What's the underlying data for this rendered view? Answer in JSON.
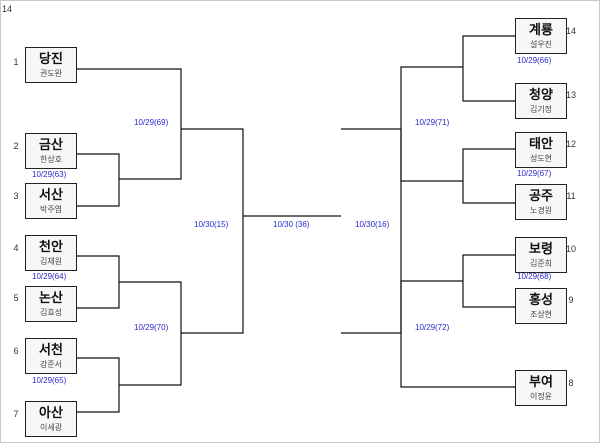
{
  "corner_label": "14",
  "left_teams": [
    {
      "seed": "1",
      "name": "당진",
      "player": "권도완"
    },
    {
      "seed": "2",
      "name": "금산",
      "player": "한상호"
    },
    {
      "seed": "3",
      "name": "서산",
      "player": "박주엽"
    },
    {
      "seed": "4",
      "name": "천안",
      "player": "김채원"
    },
    {
      "seed": "5",
      "name": "논산",
      "player": "김효성"
    },
    {
      "seed": "6",
      "name": "서천",
      "player": "강준서"
    },
    {
      "seed": "7",
      "name": "아산",
      "player": "이세광"
    }
  ],
  "right_teams": [
    {
      "seed": "14",
      "name": "계룡",
      "player": "설우진"
    },
    {
      "seed": "13",
      "name": "청양",
      "player": "김기정"
    },
    {
      "seed": "12",
      "name": "태안",
      "player": "성도현"
    },
    {
      "seed": "11",
      "name": "공주",
      "player": "노경원"
    },
    {
      "seed": "10",
      "name": "보령",
      "player": "김준희"
    },
    {
      "seed": "9",
      "name": "홍성",
      "player": "조상현"
    },
    {
      "seed": "8",
      "name": "부여",
      "player": "이정윤"
    }
  ],
  "match_dates": {
    "l_r1_a": "10/29(63)",
    "l_r1_b": "10/29(64)",
    "l_r1_c": "10/29(65)",
    "l_r2_a": "10/29(69)",
    "l_r2_b": "10/29(70)",
    "l_semi": "10/30(15)",
    "final": "10/30 (36)",
    "r_semi": "10/30(16)",
    "r_r2_a": "10/29(71)",
    "r_r2_b": "10/29(72)",
    "r_r1_a": "10/29(66)",
    "r_r1_b": "10/29(67)",
    "r_r1_c": "10/29(68)"
  }
}
